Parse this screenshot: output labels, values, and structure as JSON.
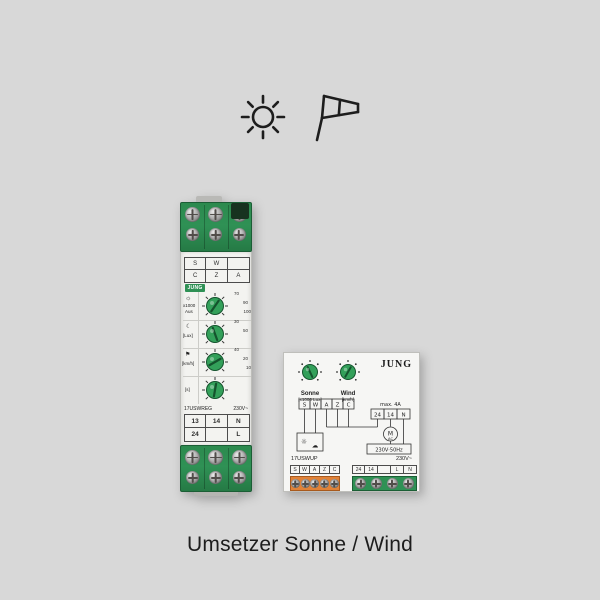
{
  "page": {
    "caption": "Umsetzer Sonne / Wind",
    "background_color": "#d8d8d8"
  },
  "colors": {
    "jung_green": "#2f9155",
    "terminal_green_border": "#1b5e35",
    "terminal_orange": "#e08238",
    "device_body": "#f3f3f0",
    "icon_stroke": "#1d1d1d"
  },
  "glyphs": {
    "sun_small": "☼",
    "moon": "☾",
    "flag": "⚑",
    "cloud": "☁"
  },
  "reg_module": {
    "brand": "JUNG",
    "model": "17USWREG",
    "rating": "230V~",
    "top_terminal_table": {
      "row1": [
        "S",
        "W",
        ""
      ],
      "row2": [
        "C",
        "Z",
        "A"
      ]
    },
    "side_labels": {
      "sun_multiplier": "x1000",
      "off": "Aus",
      "lux_unit": "[Lux]",
      "wind_unit": "[km/h]",
      "time_unit": "[s]"
    },
    "knobs": {
      "k1": {
        "scale": [
          "70",
          "90",
          "100"
        ]
      },
      "k2": {
        "scale": [
          "30",
          "50",
          ""
        ]
      },
      "k3": {
        "scale": [
          "40",
          "20",
          "10"
        ]
      },
      "k4": {
        "scale": [
          "",
          "",
          ""
        ]
      }
    },
    "bottom_terminal_table": {
      "row1": [
        "13",
        "14",
        "N"
      ],
      "row2": [
        "24",
        "",
        "L"
      ]
    }
  },
  "up_module": {
    "brand": "JUNG",
    "model": "17USWUP",
    "rating": "230V~",
    "knob_sonne": {
      "label": "Sonne",
      "unit": "[x1000 Lux]"
    },
    "knob_wind": {
      "label": "Wind",
      "unit": "[km/h]"
    },
    "diagram": {
      "input_terminals": [
        "S",
        "W",
        "A",
        "Z",
        "C"
      ],
      "output_terminals": [
        "24",
        "14",
        "N"
      ],
      "max_load": "max. 4A",
      "motor_symbol": "M",
      "motor_kind": "AC",
      "supply": "230V·50Hz"
    },
    "terminal_strip_left": [
      "S",
      "W",
      "A",
      "Z",
      "C"
    ],
    "terminal_strip_right": [
      "24",
      "14",
      "",
      "L",
      "N"
    ]
  }
}
